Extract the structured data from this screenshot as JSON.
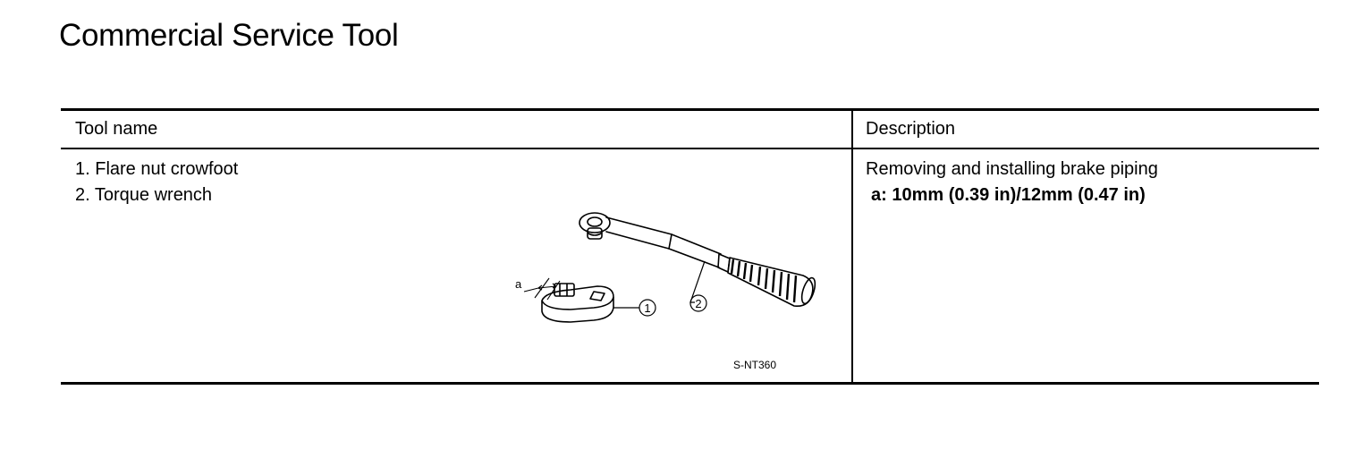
{
  "page": {
    "title": "Commercial Service Tool"
  },
  "table": {
    "headers": {
      "tool_name": "Tool name",
      "description": "Description"
    },
    "rows": [
      {
        "tool_names": [
          "1. Flare nut crowfoot",
          "2. Torque wrench"
        ],
        "description": "Removing and installing brake piping",
        "description_spec": "a: 10mm (0.39 in)/12mm (0.47 in)",
        "figure": {
          "label_a": "a",
          "callout_1": "1",
          "callout_2": "2",
          "code": "S-NT360"
        }
      }
    ]
  }
}
